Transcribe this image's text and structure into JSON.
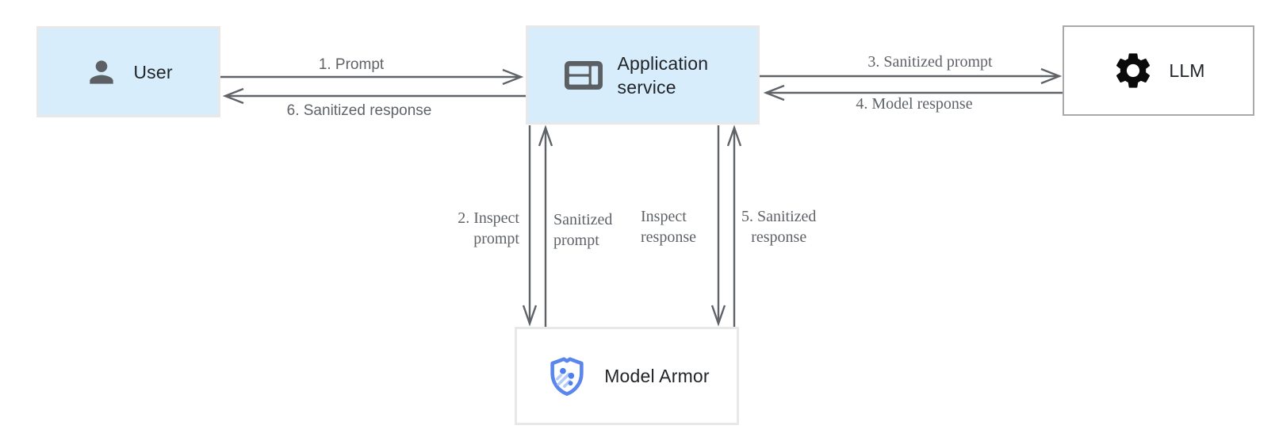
{
  "nodes": {
    "user": {
      "label": "User",
      "icon": "person-icon"
    },
    "application_service": {
      "label": "Application service",
      "icon": "app-window-icon"
    },
    "llm": {
      "label": "LLM",
      "icon": "gear-icon"
    },
    "model_armor": {
      "label": "Model Armor",
      "icon": "shield-icon"
    }
  },
  "edges": {
    "prompt": {
      "label": "1. Prompt",
      "from": "user",
      "to": "application_service"
    },
    "inspect_prompt": {
      "label": "2. Inspect\nprompt",
      "from": "application_service",
      "to": "model_armor"
    },
    "sanitized_prompt_return": {
      "label": "Sanitized\nprompt",
      "from": "model_armor",
      "to": "application_service"
    },
    "sanitized_prompt_to_llm": {
      "label": "3. Sanitized prompt",
      "from": "application_service",
      "to": "llm"
    },
    "model_response": {
      "label": "4. Model response",
      "from": "llm",
      "to": "application_service"
    },
    "inspect_response": {
      "label": "Inspect\nresponse",
      "from": "application_service",
      "to": "model_armor"
    },
    "sanitized_response_return": {
      "label": "5. Sanitized\nresponse",
      "from": "model_armor",
      "to": "application_service"
    },
    "sanitized_response_to_user": {
      "label": "6. Sanitized response",
      "from": "application_service",
      "to": "user"
    }
  },
  "colors": {
    "canvas_bg": "#ffffff",
    "node_fill_blue": "#d7edfb",
    "node_border_light": "#e8e8e8",
    "llm_border": "#a9a9a9",
    "arrow": "#5f6368",
    "label_gray": "#5f6368",
    "node_text": "#212428",
    "icon_gray": "#5c6064",
    "gear_black": "#0a0a0a",
    "shield_stroke": "#5a86ee",
    "shield_dot": "#4e7fed",
    "shield_stripe": "#b3ccf9"
  }
}
